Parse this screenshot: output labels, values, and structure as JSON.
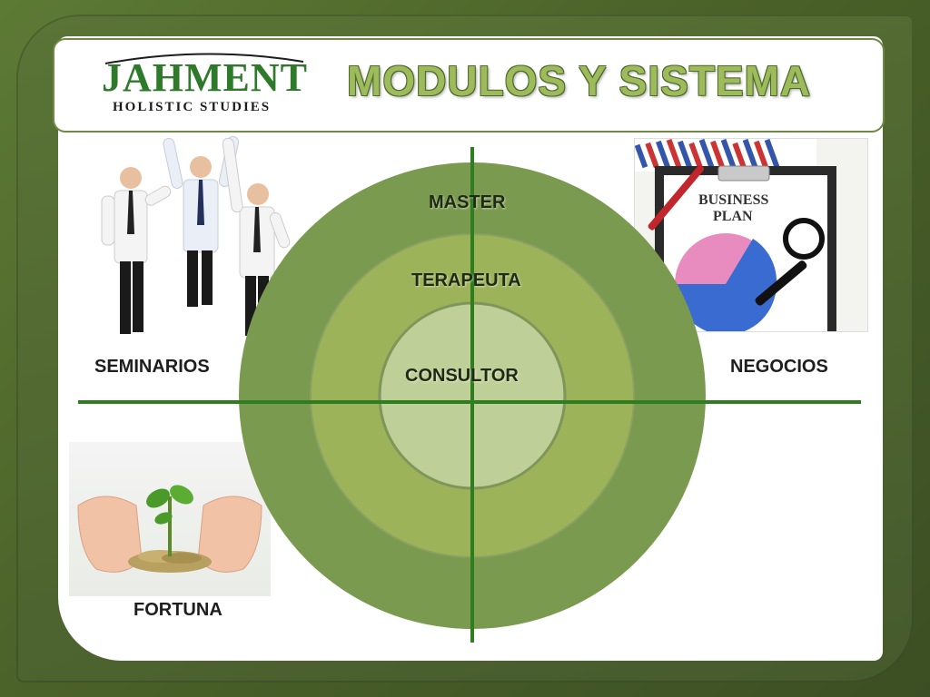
{
  "header": {
    "logo_main": "JAHMENT",
    "logo_sub": "HOLISTIC STUDIES",
    "title": "MODULOS Y SISTEMA"
  },
  "diagram": {
    "rings": [
      {
        "label": "MASTER",
        "color": "#7a9a4f"
      },
      {
        "label": "TERAPEUTA",
        "color": "#9db35a"
      },
      {
        "label": "CONSULTOR",
        "color": "#bfcf98"
      }
    ],
    "axis_color": "#2e7d1e",
    "quadrants": {
      "top_left": "SEMINARIOS",
      "top_right": "NEGOCIOS",
      "bottom_left": "FORTUNA"
    }
  },
  "images": {
    "business_plan_text_1": "BUSINESS",
    "business_plan_text_2": "PLAN"
  },
  "colors": {
    "background": "#4a6128",
    "title_fill": "#9dbb5b",
    "logo_green": "#2f7a2a"
  }
}
